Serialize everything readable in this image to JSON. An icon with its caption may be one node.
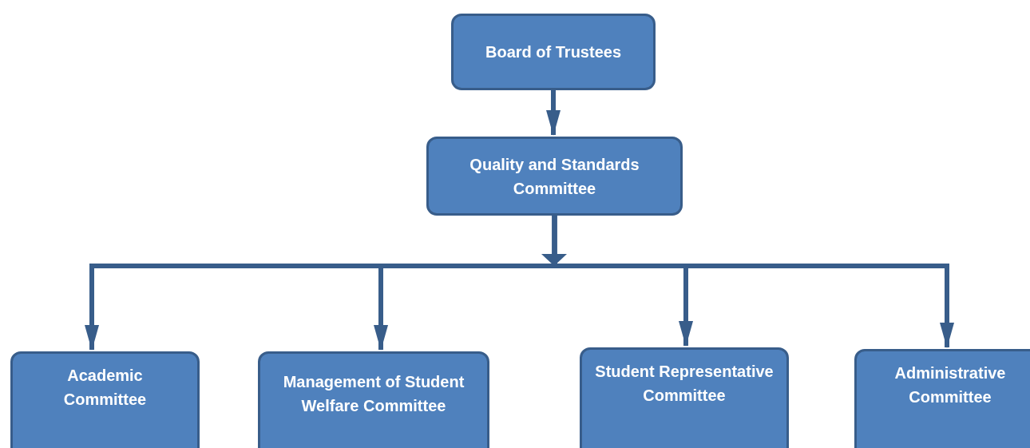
{
  "diagram": {
    "nodes": [
      {
        "text": [
          "Board of Trustees"
        ]
      },
      {
        "text": [
          "Quality and Standards Committee"
        ]
      },
      {
        "text": [
          "Academic Committee"
        ]
      },
      {
        "text": [
          "Management of Student Welfare Committee"
        ]
      },
      {
        "text": [
          "Student Representative Committee"
        ]
      },
      {
        "text": [
          "Administrative Committee"
        ]
      }
    ],
    "edges": [
      {
        "from": 0,
        "to": 1,
        "arrow": "to"
      },
      {
        "from": 1,
        "to": 2,
        "arrow": "to"
      },
      {
        "from": 1,
        "to": 3,
        "arrow": "to"
      },
      {
        "from": 1,
        "to": 4,
        "arrow": "to"
      },
      {
        "from": 1,
        "to": 5,
        "arrow": "to"
      }
    ]
  }
}
